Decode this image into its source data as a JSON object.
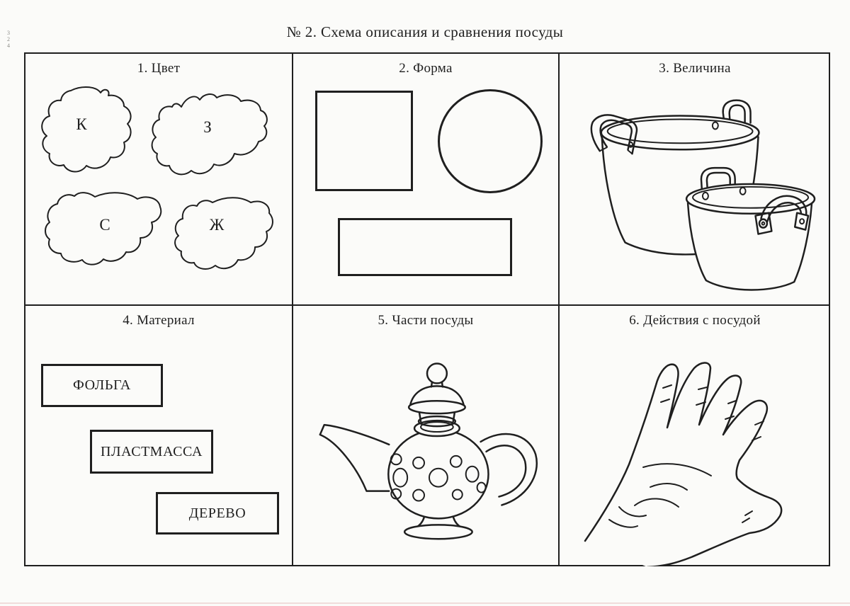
{
  "page": {
    "title": "№ 2. Схема описания и сравнения посуды",
    "margin_marks": "3\n2\n4"
  },
  "colors": {
    "ink": "#1f1f1f",
    "paper": "#fbfbf9",
    "bottom_rule": "#e7c3c3"
  },
  "cells": [
    {
      "header": "1. Цвет",
      "blobs": [
        {
          "label": "К"
        },
        {
          "label": "З"
        },
        {
          "label": "С"
        },
        {
          "label": "Ж"
        }
      ]
    },
    {
      "header": "2. Форма",
      "shapes": [
        "square",
        "circle",
        "rectangle"
      ]
    },
    {
      "header": "3. Величина",
      "illustration": "two-pots-large-and-small"
    },
    {
      "header": "4. Материал",
      "labels": [
        "ФОЛЬГА",
        "ПЛАСТМАССА",
        "ДЕРЕВО"
      ]
    },
    {
      "header": "5. Части посуды",
      "illustration": "teapot-with-lid-spout-handle"
    },
    {
      "header": "6. Действия с посудой",
      "illustration": "open-hand-palm"
    }
  ]
}
